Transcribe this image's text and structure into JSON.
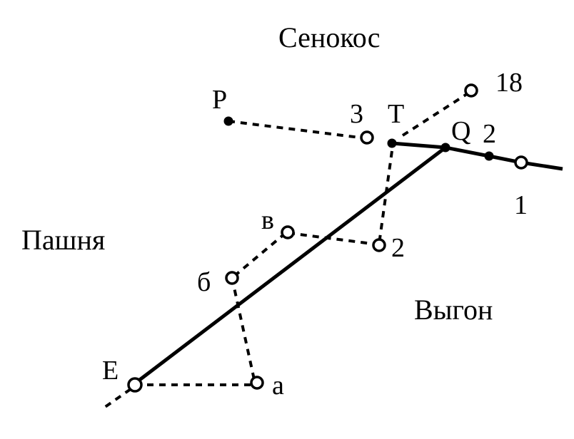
{
  "regions": {
    "hayfield": "Сенокос",
    "arable": "Пашня",
    "pasture": "Выгон"
  },
  "points": {
    "P": "P",
    "three": "3",
    "T": "T",
    "Q": "Q",
    "two_top": "2",
    "eighteen": "18",
    "one": "1",
    "v": "в",
    "two_mid": "2",
    "b": "б",
    "E": "E",
    "a": "a"
  },
  "colors": {
    "ink": "#000000",
    "background": "#ffffff"
  }
}
